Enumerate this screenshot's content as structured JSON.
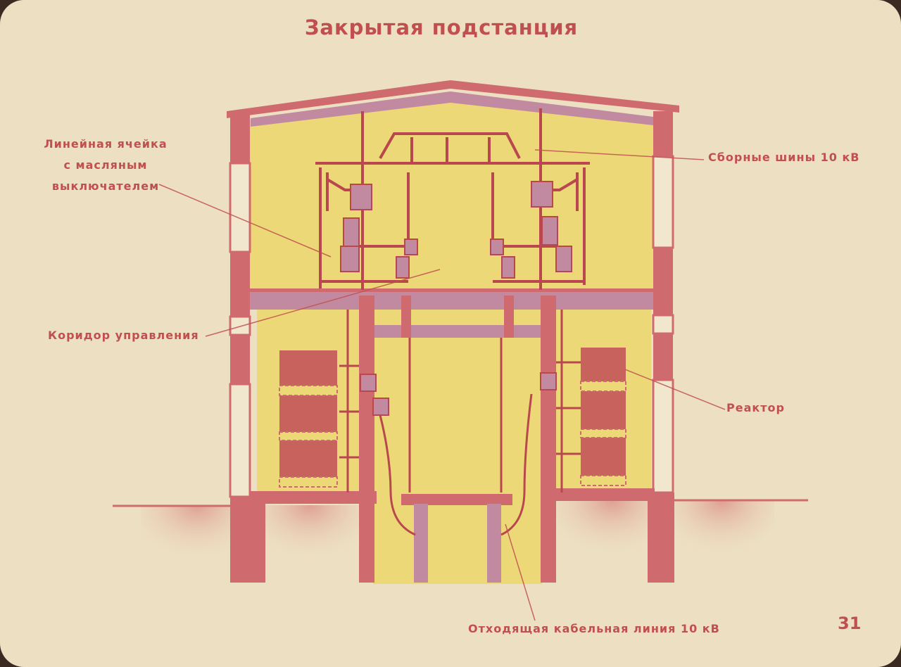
{
  "title": "Закрытая подстанция",
  "labels": {
    "line_cell": [
      "Линейная ячейка",
      "с масляным",
      "выключателем"
    ],
    "busbars": "Сборные шины 10 кВ",
    "corridor": "Коридор управления",
    "reactor": "Реактор",
    "cable": "Отходящая кабельная линия 10 кВ"
  },
  "page_number": "31",
  "colors": {
    "background": "#ede0c2",
    "wall": "#cf6b6e",
    "interior": "#ecd877",
    "dark_line": "#b8484d",
    "floor_slab": "#c28aa0",
    "text": "#c0504f"
  }
}
